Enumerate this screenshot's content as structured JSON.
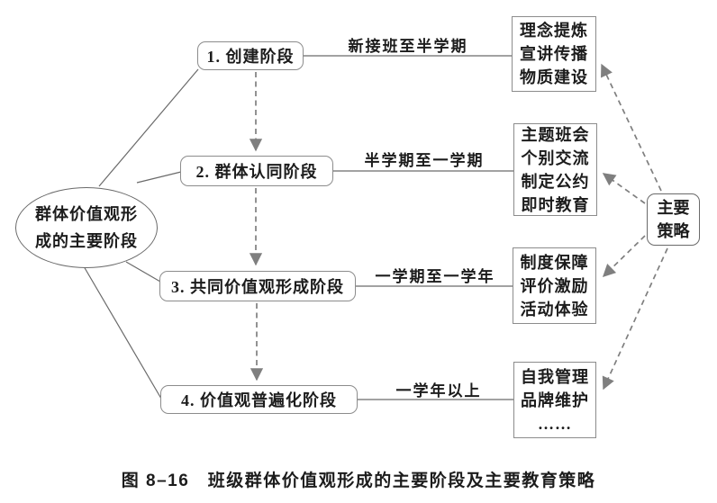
{
  "diagram": {
    "source_node": {
      "label": "群体价值观形\n成的主要阶段"
    },
    "stages": [
      {
        "label": "1. 创建阶段",
        "duration": "新接班至半学期",
        "strategies": "理念提炼\n宣讲传播\n物质建设"
      },
      {
        "label": "2. 群体认同阶段",
        "duration": "半学期至一学期",
        "strategies": "主题班会\n个别交流\n制定公约\n即时教育"
      },
      {
        "label": "3. 共同价值观形成阶段",
        "duration": "一学期至一学年",
        "strategies": "制度保障\n评价激励\n活动体验"
      },
      {
        "label": "4. 价值观普遍化阶段",
        "duration": "一学年以上",
        "strategies": "自我管理\n品牌维护\n……"
      }
    ],
    "strategy_node": {
      "label": "主要\n策略"
    },
    "caption": "图 8–16　班级群体价值观形成的主要阶段及主要教育策略",
    "colors": {
      "bg": "#ffffff",
      "line": "#6a6a6a",
      "border": "#8c8c8c",
      "text": "#1c1c1c",
      "arrow": "#7f7f7f"
    }
  }
}
